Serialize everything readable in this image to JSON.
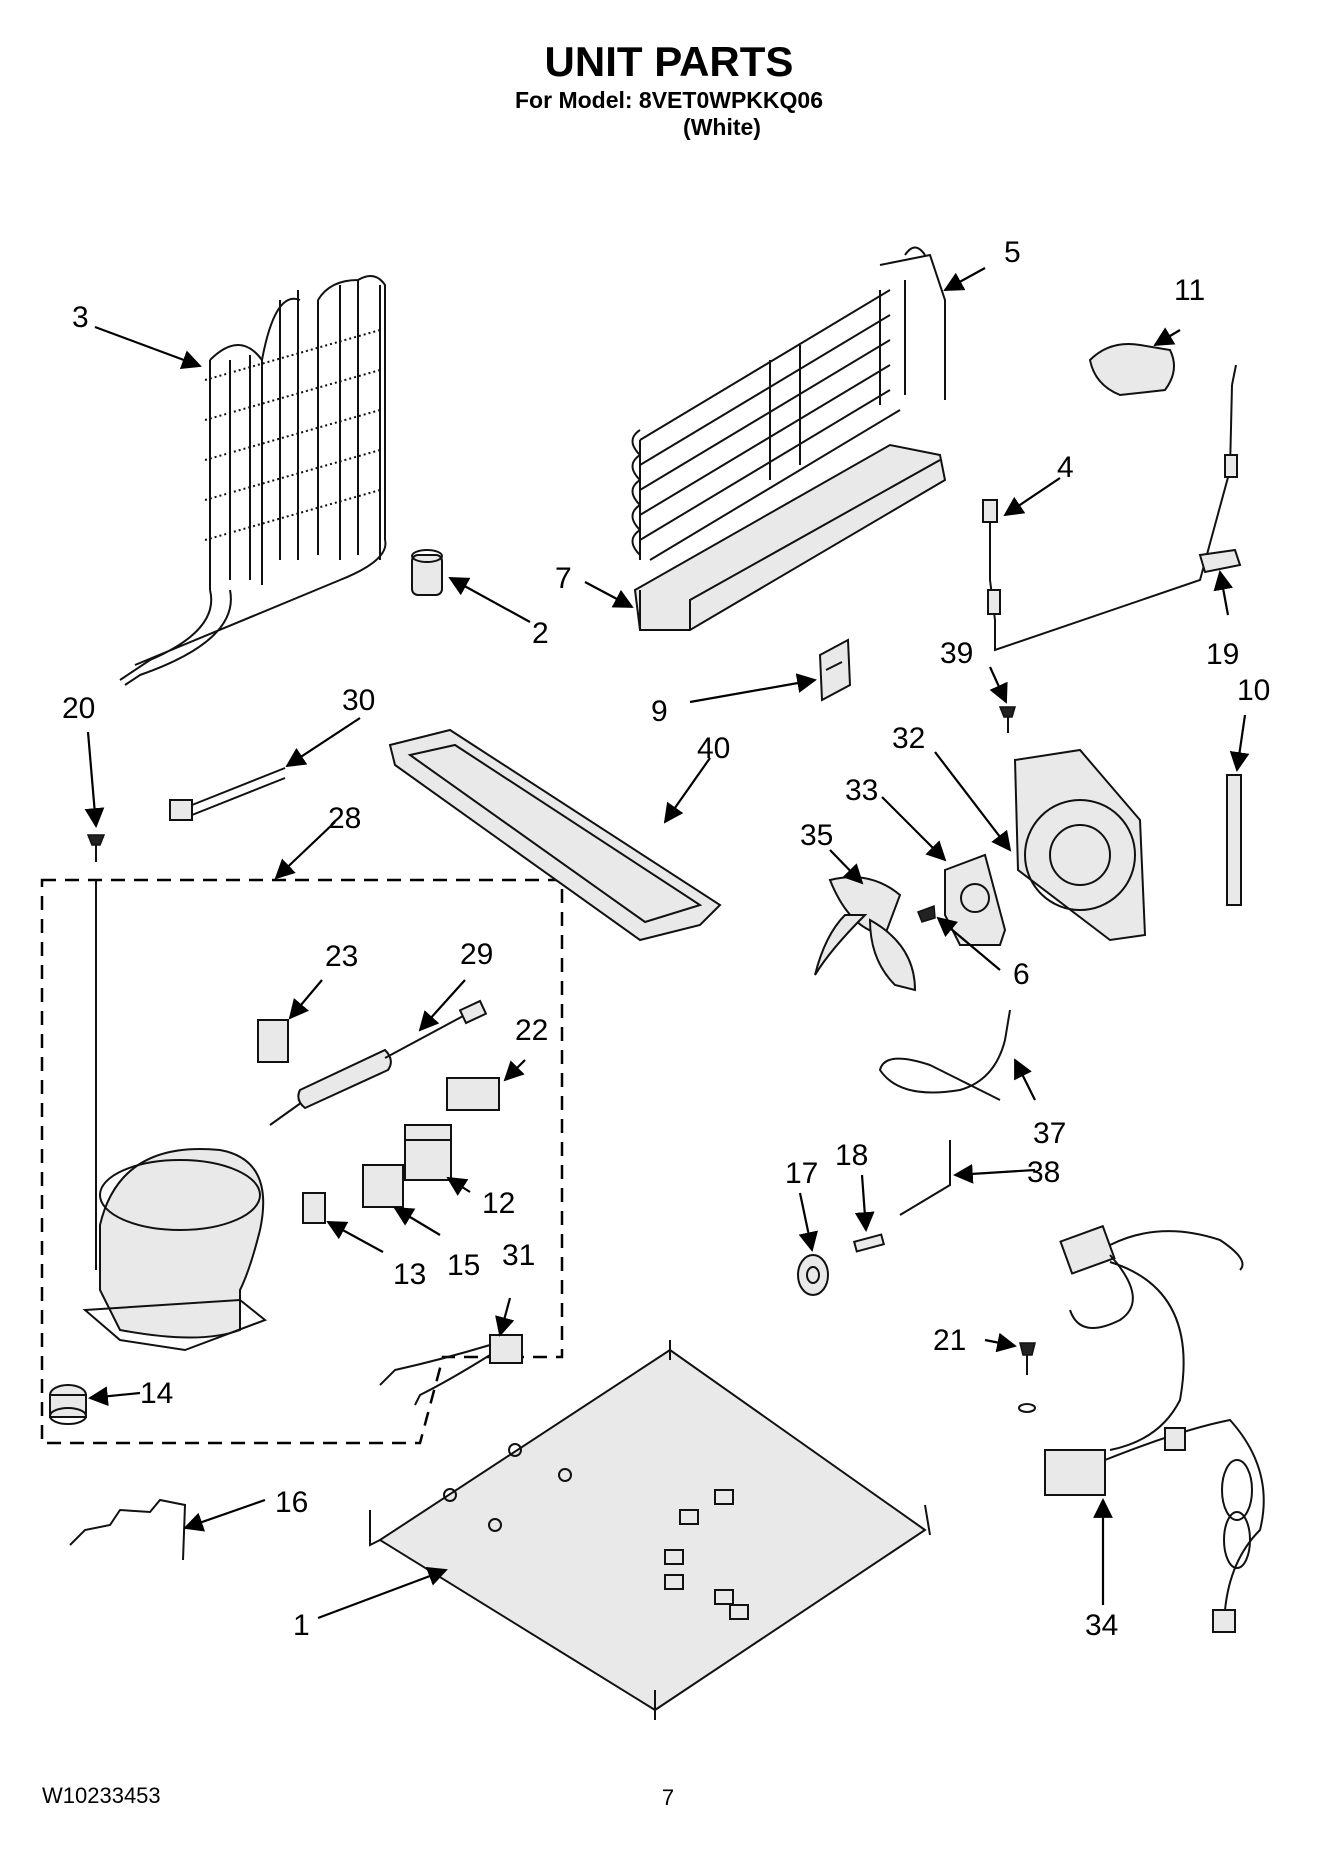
{
  "header": {
    "title": "UNIT PARTS",
    "model_line": "For Model: 8VET0WPKKQ06",
    "color_line": "(White)"
  },
  "footer": {
    "doc_number": "W10233453",
    "page_number": "7"
  },
  "callouts": {
    "c1": "1",
    "c2": "2",
    "c3": "3",
    "c4": "4",
    "c5": "5",
    "c6": "6",
    "c7": "7",
    "c9": "9",
    "c10": "10",
    "c11": "11",
    "c12": "12",
    "c13": "13",
    "c14": "14",
    "c15": "15",
    "c16": "16",
    "c17": "17",
    "c18": "18",
    "c19": "19",
    "c20": "20",
    "c21": "21",
    "c22": "22",
    "c23": "23",
    "c28": "28",
    "c29": "29",
    "c30": "30",
    "c31": "31",
    "c32": "32",
    "c33": "33",
    "c34": "34",
    "c35": "35",
    "c37": "37",
    "c38": "38",
    "c39": "39",
    "c40": "40"
  }
}
